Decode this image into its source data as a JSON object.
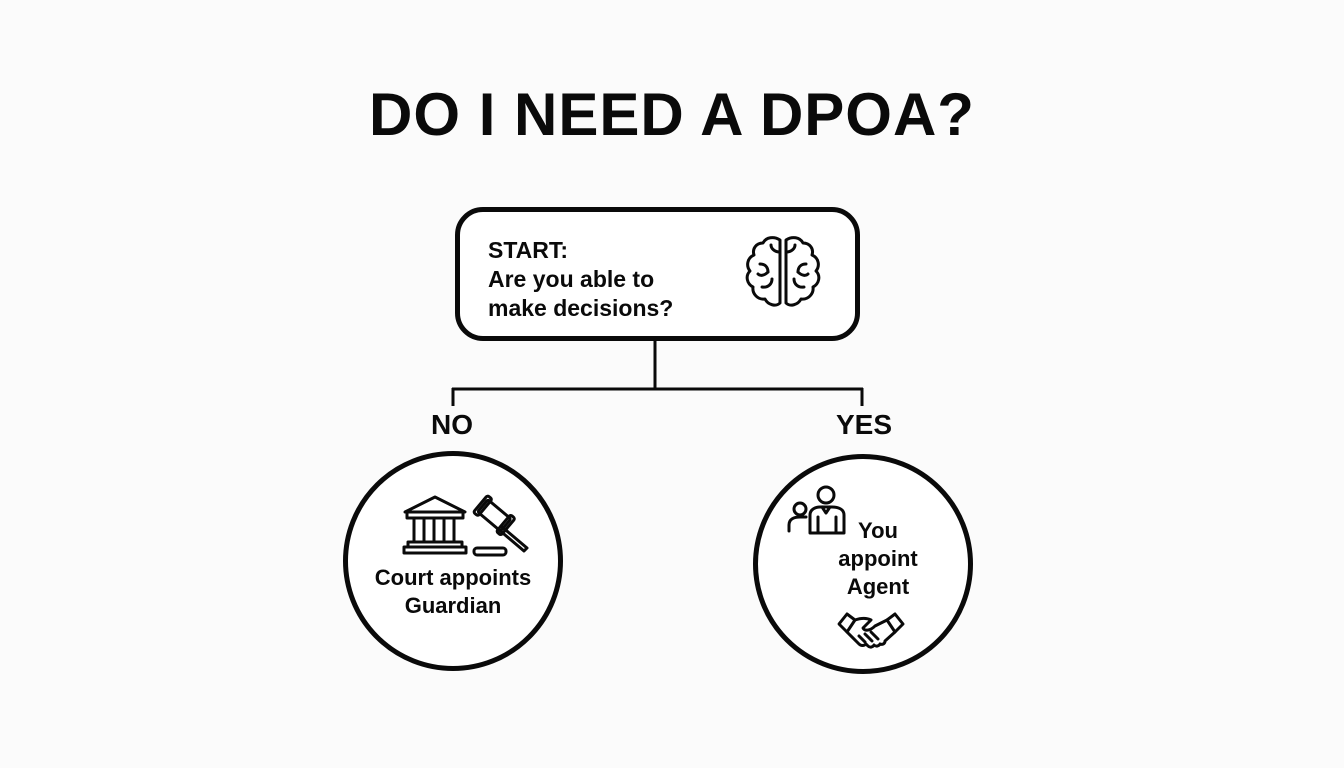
{
  "title": "DO I NEED A DPOA?",
  "start_node": {
    "line1": "START:",
    "line2": "Are you able to",
    "line3": "make decisions?",
    "icon": "brain-icon"
  },
  "branches": {
    "no": {
      "label": "NO",
      "outcome_line1": "Court appoints",
      "outcome_line2": "Guardian",
      "icons": [
        "courthouse-icon",
        "gavel-icon"
      ]
    },
    "yes": {
      "label": "YES",
      "outcome_line1": "You",
      "outcome_line2": "appoint",
      "outcome_line3": "Agent",
      "icons": [
        "people-icon",
        "handshake-icon"
      ]
    }
  },
  "colors": {
    "background": "#fbfbfb",
    "stroke": "#0a0a0a",
    "node_fill": "#ffffff"
  }
}
